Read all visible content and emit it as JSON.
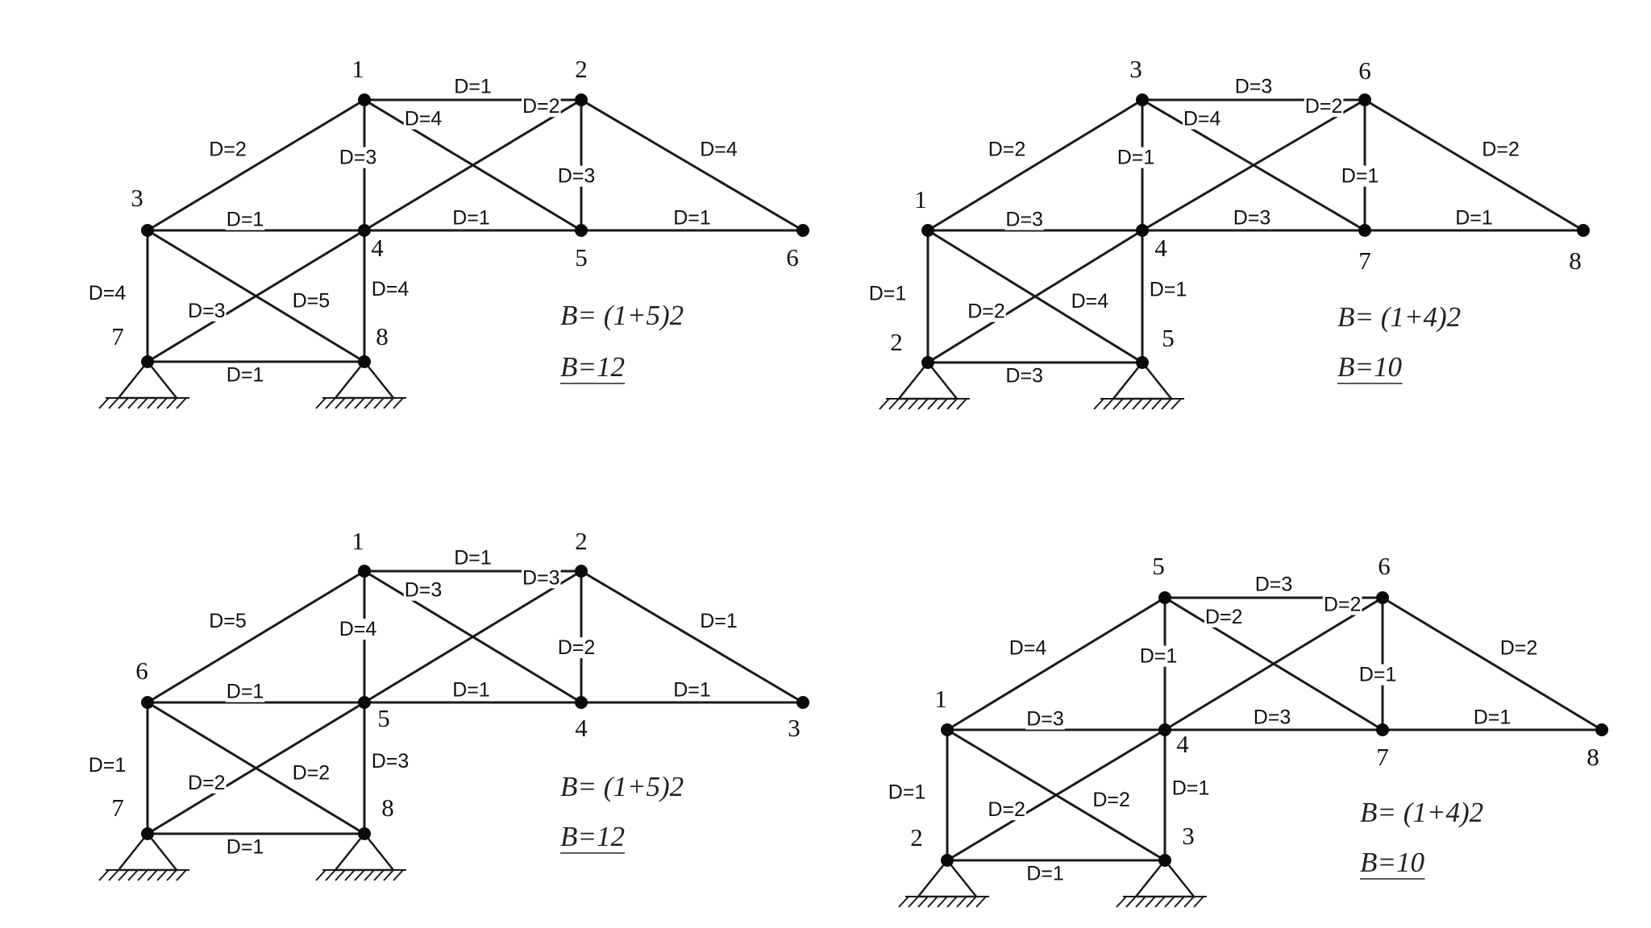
{
  "diagrams": [
    {
      "formula": "B= (1+5)2",
      "result": "B=12",
      "nodes": {
        "1": "1",
        "2": "2",
        "3": "3",
        "4": "4",
        "5": "5",
        "6": "6",
        "7": "7",
        "8": "8"
      },
      "members": {
        "m1_2": "D=1",
        "m1_3": "D=2",
        "m1_4": "D=3",
        "m1_5": "D=4",
        "m2_4": "D=2",
        "m2_5": "D=3",
        "m2_6": "D=4",
        "m3_4": "D=1",
        "m4_5": "D=1",
        "m5_6": "D=1",
        "m3_7": "D=4",
        "m4_7": "D=3",
        "m3_8": "D=5",
        "m4_8": "D=4",
        "m7_8": "D=1"
      }
    },
    {
      "formula": "B= (1+4)2",
      "result": "B=10",
      "nodes": {
        "1": "3",
        "2": "6",
        "3": "1",
        "4": "4",
        "5": "7",
        "6": "8",
        "7": "2",
        "8": "5"
      },
      "members": {
        "m1_2": "D=3",
        "m1_3": "D=2",
        "m1_4": "D=1",
        "m1_5": "D=4",
        "m2_4": "D=2",
        "m2_5": "D=1",
        "m2_6": "D=2",
        "m3_4": "D=3",
        "m4_5": "D=3",
        "m5_6": "D=1",
        "m3_7": "D=1",
        "m4_7": "D=2",
        "m3_8": "D=4",
        "m4_8": "D=1",
        "m7_8": "D=3"
      }
    },
    {
      "formula": "B= (1+5)2",
      "result": "B=12",
      "nodes": {
        "1": "1",
        "2": "2",
        "3": "6",
        "4": "5",
        "5": "4",
        "6": "3",
        "7": "7",
        "8": "8"
      },
      "members": {
        "m1_2": "D=1",
        "m1_3": "D=5",
        "m1_4": "D=4",
        "m1_5": "D=3",
        "m2_4": "D=3",
        "m2_5": "D=2",
        "m2_6": "D=1",
        "m3_4": "D=1",
        "m4_5": "D=1",
        "m5_6": "D=1",
        "m3_7": "D=1",
        "m4_7": "D=2",
        "m3_8": "D=2",
        "m4_8": "D=3",
        "m7_8": "D=1"
      }
    },
    {
      "formula": "B= (1+4)2",
      "result": "B=10",
      "nodes": {
        "1": "5",
        "2": "6",
        "3": "1",
        "4": "4",
        "5": "7",
        "6": "8",
        "7": "2",
        "8": "3"
      },
      "members": {
        "m1_2": "D=3",
        "m1_3": "D=4",
        "m1_4": "D=1",
        "m1_5": "D=2",
        "m2_4": "D=2",
        "m2_5": "D=1",
        "m2_6": "D=2",
        "m3_4": "D=3",
        "m4_5": "D=3",
        "m5_6": "D=1",
        "m3_7": "D=1",
        "m4_7": "D=2",
        "m3_8": "D=2",
        "m4_8": "D=1",
        "m7_8": "D=1"
      }
    }
  ]
}
